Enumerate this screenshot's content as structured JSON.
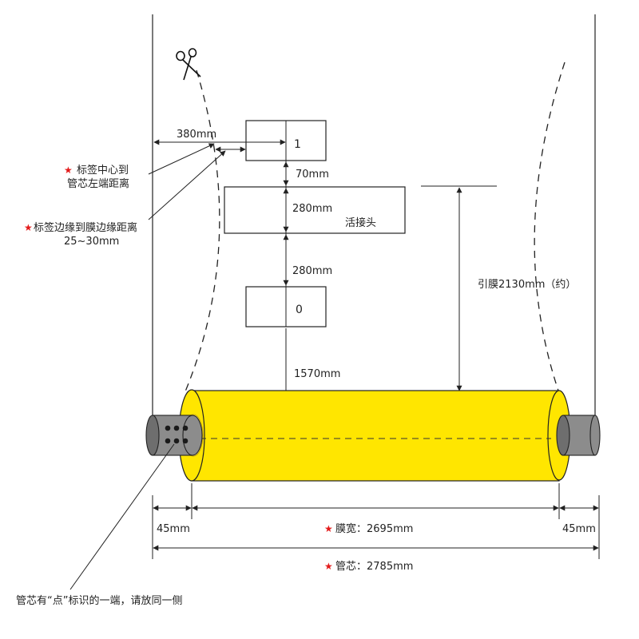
{
  "colors": {
    "line": "#222222",
    "roll_fill": "#ffe600",
    "roll_stroke": "#e0b800",
    "core_fill": "#8c8c8c",
    "core_dark": "#5e5e5e",
    "star": "#e31b1b",
    "dot": "#1a1a1a"
  },
  "icons": {
    "scissors": "scissors-icon",
    "star": "star-icon"
  },
  "labels": {
    "label_1": "1",
    "label_0": "0",
    "live_joint": "活接头",
    "dim_380": "380mm",
    "dim_70": "70mm",
    "dim_280_a": "280mm",
    "dim_280_b": "280mm",
    "dim_1570": "1570mm",
    "lead_film": "引膜2130mm（约）",
    "dim_45_left": "45mm",
    "dim_45_right": "45mm",
    "film_width": "膜宽：2695mm",
    "core_length": "管芯：2785mm",
    "note_center_line1": "标签中心到",
    "note_center_line2": "管芯左端距离",
    "note_edge_line1": "标签边缘到膜边缘距离",
    "note_edge_line2": "25~30mm",
    "bottom_note": "管芯有“点”标识的一端，请放同一侧"
  }
}
